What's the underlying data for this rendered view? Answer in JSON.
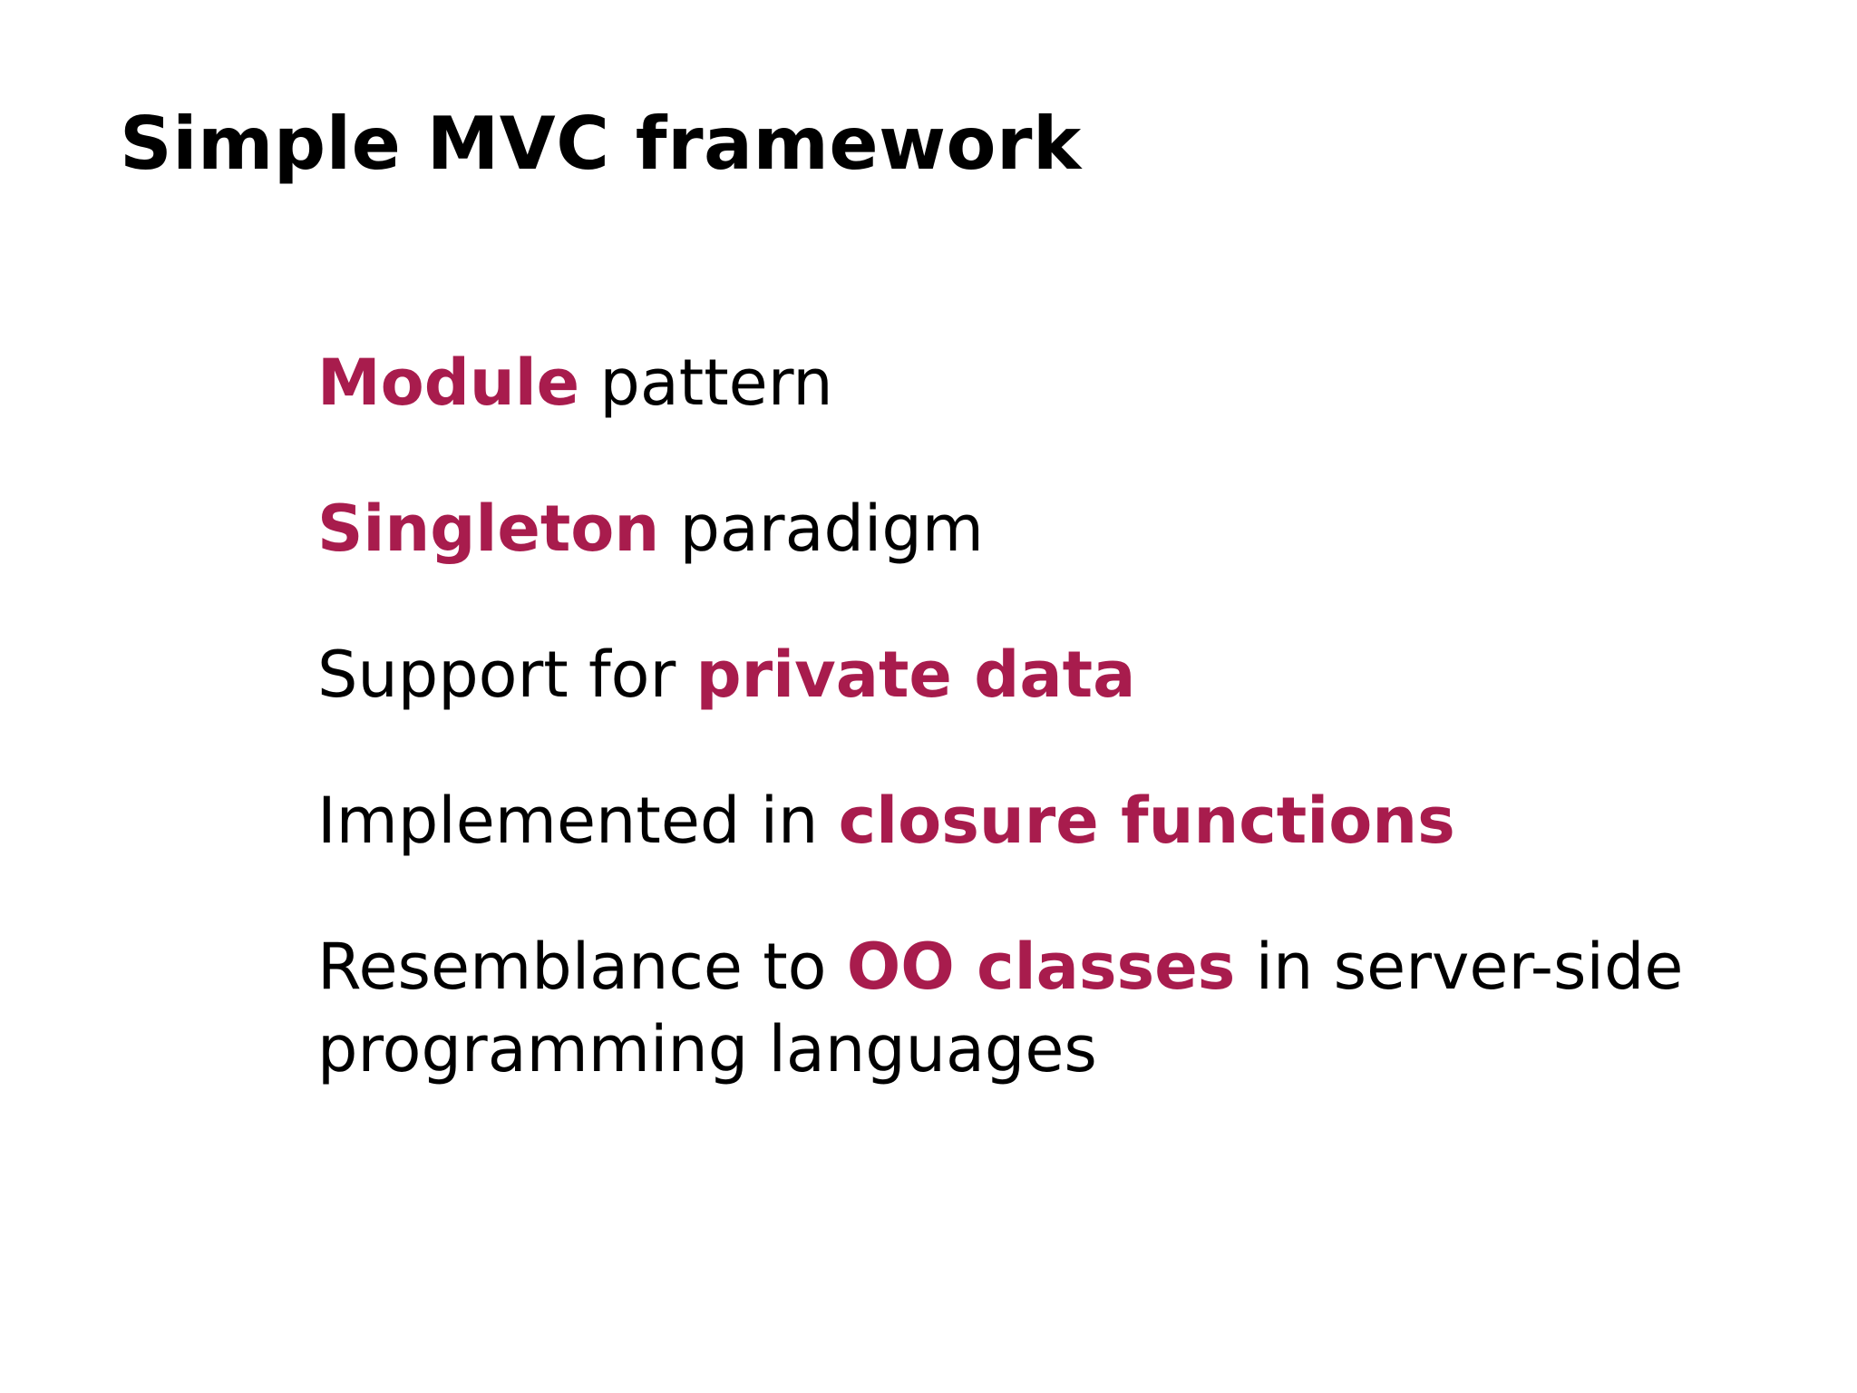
{
  "slide": {
    "title": "Simple MVC framework",
    "colors": {
      "background": "#ffffff",
      "text": "#000000",
      "accent": "#a81c4d"
    },
    "bullets": [
      {
        "segments": [
          {
            "text": "Module",
            "emphasis": true
          },
          {
            "text": " pattern",
            "emphasis": false
          }
        ]
      },
      {
        "segments": [
          {
            "text": "Singleton",
            "emphasis": true
          },
          {
            "text": " paradigm",
            "emphasis": false
          }
        ]
      },
      {
        "segments": [
          {
            "text": "Support for ",
            "emphasis": false
          },
          {
            "text": "private data",
            "emphasis": true
          }
        ]
      },
      {
        "segments": [
          {
            "text": "Implemented in ",
            "emphasis": false
          },
          {
            "text": "closure functions",
            "emphasis": true
          }
        ]
      },
      {
        "segments": [
          {
            "text": "Resemblance to ",
            "emphasis": false
          },
          {
            "text": "OO classes",
            "emphasis": true
          },
          {
            "text": " in server-side programming languages",
            "emphasis": false
          }
        ]
      }
    ]
  }
}
